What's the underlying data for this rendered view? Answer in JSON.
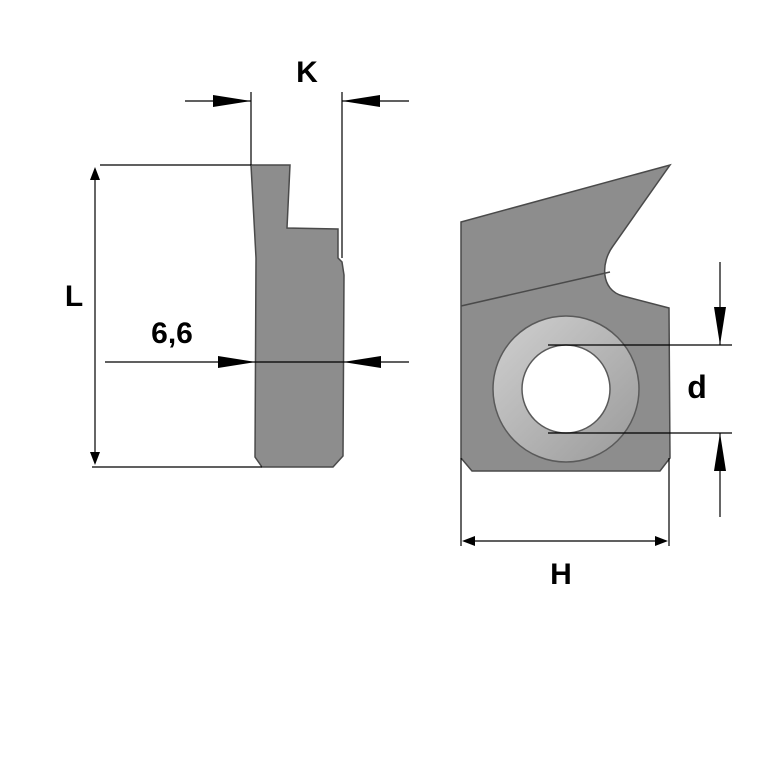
{
  "labels": {
    "k": "K",
    "l": "L",
    "thickness": "6,6",
    "d": "d",
    "h": "H"
  },
  "colors": {
    "part_fill": "#8d8d8d",
    "part_stroke": "#4a4a4a",
    "ring_fill": "#bdbdbd",
    "bore_fill": "#ffffff",
    "line": "#000000"
  }
}
